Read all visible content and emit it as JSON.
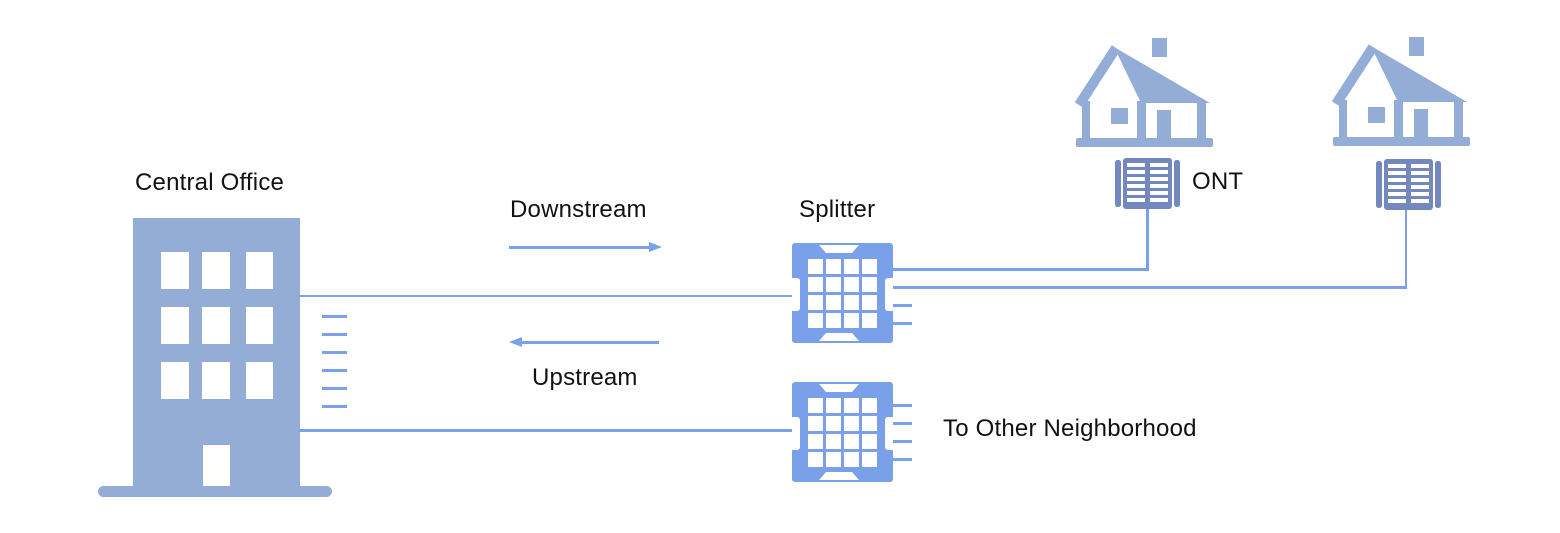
{
  "labels": {
    "central_office": "Central Office",
    "downstream": "Downstream",
    "upstream": "Upstream",
    "splitter": "Splitter",
    "ont": "ONT",
    "to_other_neighborhood": "To Other Neighborhood"
  },
  "colors": {
    "node": "#93ADD6",
    "device": "#7AA0EA",
    "ont": "#7389BE",
    "line": "#7BA1EA",
    "text": "#111111",
    "bg": "#FFFFFF"
  },
  "diagram": {
    "type": "network-topology",
    "icons": [
      "office-building",
      "splitter",
      "splitter",
      "house",
      "house",
      "ont-device",
      "ont-device"
    ],
    "flows": [
      {
        "direction": "right",
        "label": "Downstream"
      },
      {
        "direction": "left",
        "label": "Upstream"
      }
    ],
    "connections": [
      "central-office - splitter-top (feeder fiber)",
      "central-office - splitter-bottom (feeder fiber)",
      "splitter-top - ont-1",
      "splitter-top - ont-2",
      "splitter-bottom - to-other-neighborhood"
    ]
  }
}
